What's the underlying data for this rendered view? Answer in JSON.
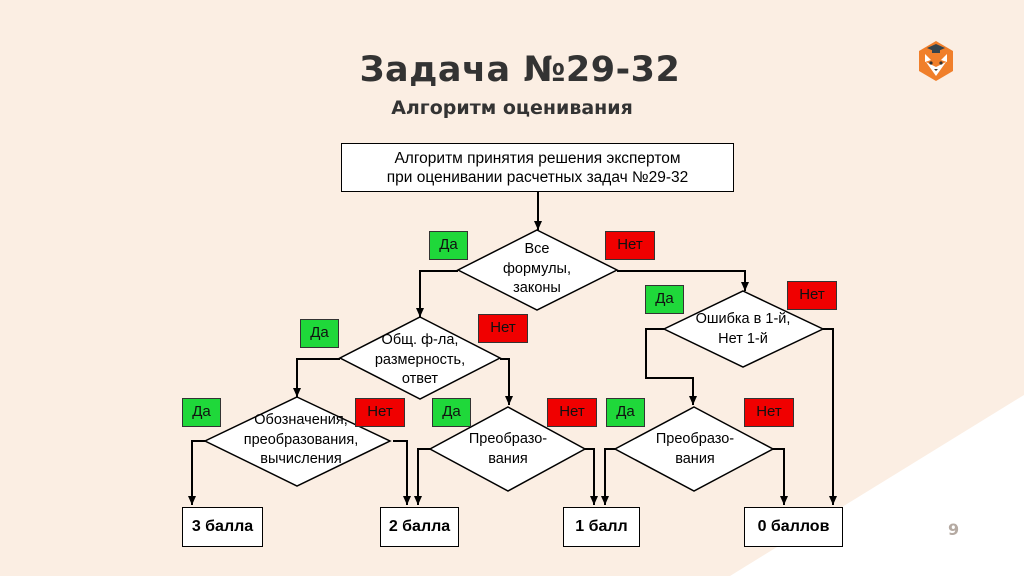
{
  "slide": {
    "title": "Задача №29-32",
    "subtitle": "Алгоритм оценивания",
    "page_number": "9"
  },
  "flowchart": {
    "header_line1": "Алгоритм принятия решения экспертом",
    "header_line2": "при оценивании расчетных задач №29-32",
    "decisions": {
      "d1": [
        "Все",
        "формулы,",
        "законы"
      ],
      "d2": [
        "Общ. ф-ла,",
        "размерность,",
        "ответ"
      ],
      "d3": [
        "Ошибка в 1-й,",
        "Нет 1-й"
      ],
      "d4": [
        "Обозначения,",
        "преобразования,",
        "вычисления"
      ],
      "d5": [
        "Преобразо-",
        "вания"
      ],
      "d6": [
        "Преобразо-",
        "вания"
      ]
    },
    "yes_label": "Да",
    "no_label": "Нет",
    "results": [
      "3 балла",
      "2 балла",
      "1 балл",
      "0 баллов"
    ]
  },
  "colors": {
    "yes_tag": "#1fd83a",
    "no_tag": "#f00000",
    "background": "#fbeee3",
    "logo": "#f07f2b"
  },
  "icons": {
    "logo": "fox-with-graduation-cap-icon"
  }
}
